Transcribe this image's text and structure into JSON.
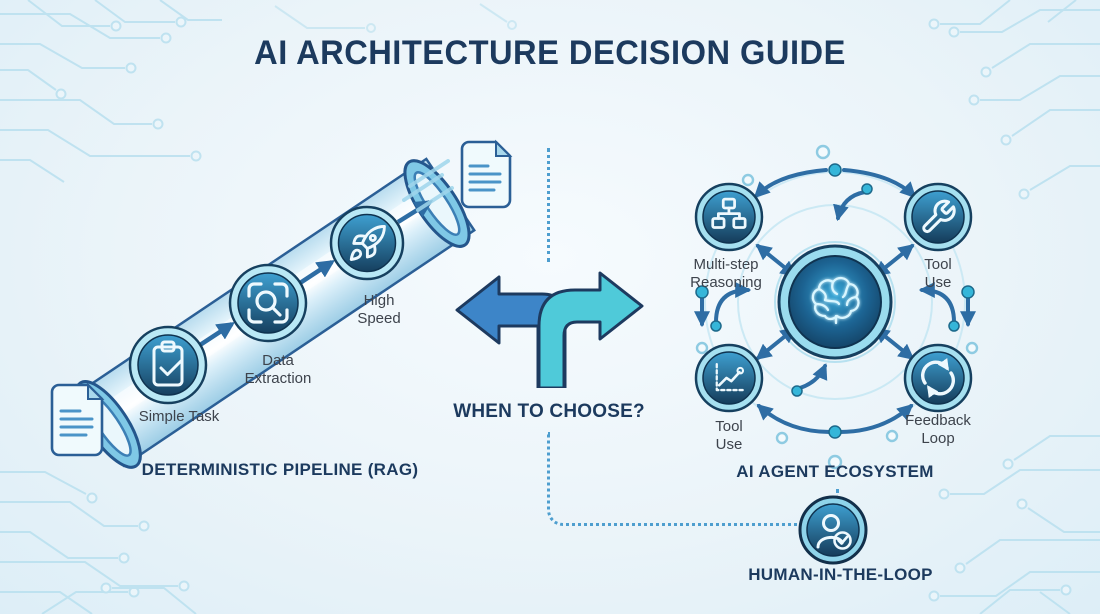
{
  "title": "AI ARCHITECTURE DECISION GUIDE",
  "decision": {
    "question": "WHEN TO CHOOSE?"
  },
  "pipeline": {
    "title": "DETERMINISTIC PIPELINE (RAG)",
    "steps": [
      {
        "icon": "clipboard-check-icon",
        "label": "Simple Task"
      },
      {
        "icon": "scan-search-icon",
        "label": "Data Extraction"
      },
      {
        "icon": "rocket-icon",
        "label": "High Speed"
      }
    ],
    "endpoints": [
      "document-icon",
      "document-icon"
    ]
  },
  "ecosystem": {
    "title": "AI AGENT ECOSYSTEM",
    "center_icon": "brain-icon",
    "nodes": [
      {
        "icon": "org-hierarchy-icon",
        "label": "Multi-step Reasoning",
        "position": "top-left"
      },
      {
        "icon": "wrench-icon",
        "label": "Tool Use",
        "position": "top-right"
      },
      {
        "icon": "trend-chart-icon",
        "label": "Tool Use",
        "position": "bottom-left"
      },
      {
        "icon": "sync-loop-icon",
        "label": "Feedback Loop",
        "position": "bottom-right"
      }
    ]
  },
  "human_in_the_loop": {
    "title": "HUMAN-IN-THE-LOOP",
    "icon": "person-check-icon"
  },
  "colors": {
    "background": "#e9f3f8",
    "title_navy": "#1c3a5e",
    "label_gray": "#3d434c",
    "arrow_steel": "#2e6da4",
    "fork_left_blue": "#3d85c8",
    "fork_right_teal": "#4fcad9",
    "dotted_blue": "#4e9ecf",
    "circuit_trace": "#b9e0ef",
    "badge_ring_cyan": "#6fd0e8"
  }
}
